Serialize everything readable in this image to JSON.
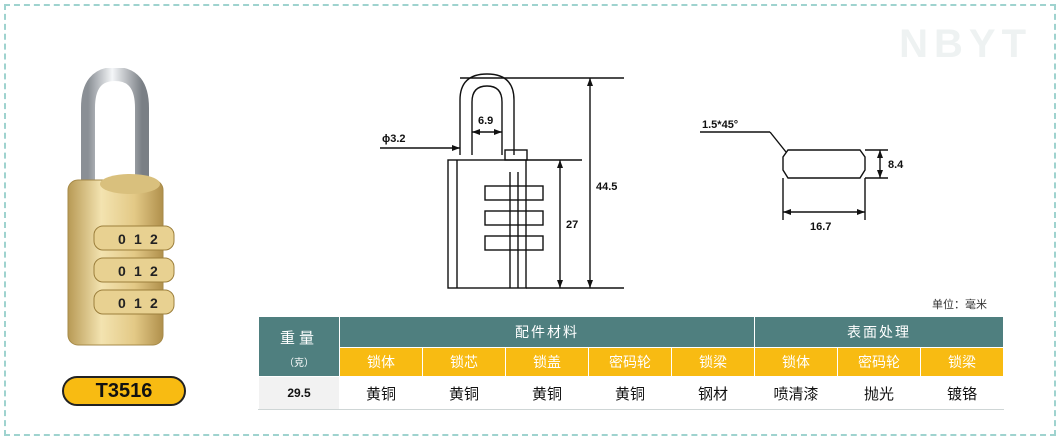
{
  "watermark": "NBYT",
  "product": {
    "model": "T3516"
  },
  "drawing": {
    "shackle_diameter": "ϕ3.2",
    "shackle_inner_width": "6.9",
    "total_height": "44.5",
    "body_height": "27",
    "chamfer": "1.5*45°",
    "section_height": "8.4",
    "section_width": "16.7",
    "dial_digits": [
      "0",
      "1",
      "2"
    ]
  },
  "unit_label": "单位：毫米",
  "table": {
    "weight_label": "重量",
    "weight_unit": "（克）",
    "weight_value": "29.5",
    "group_material": "配件材料",
    "group_finish": "表面处理",
    "material_headers": [
      "锁体",
      "锁芯",
      "锁盖",
      "密码轮",
      "锁梁"
    ],
    "material_values": [
      "黄铜",
      "黄铜",
      "黄铜",
      "黄铜",
      "钢材"
    ],
    "finish_headers": [
      "锁体",
      "密码轮",
      "锁梁"
    ],
    "finish_values": [
      "喷清漆",
      "抛光",
      "镀铬"
    ]
  },
  "colors": {
    "header_teal": "#4f7f7f",
    "accent_orange": "#f8bb12",
    "border_dash": "#9fd3cf"
  }
}
